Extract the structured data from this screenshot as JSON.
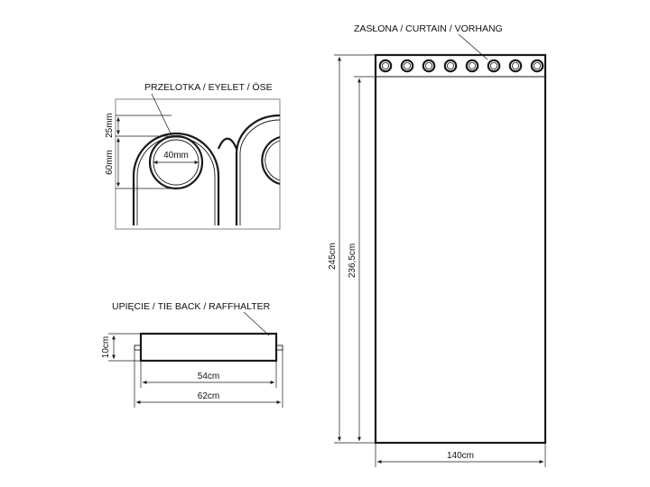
{
  "labels": {
    "eyelet_title": "PRZELOTKA / EYELET / ÖSE",
    "tieback_title": "UPIĘCIE / TIE BACK / RAFFHALTER",
    "curtain_title": "ZASŁONA / CURTAIN / VORHANG"
  },
  "dimensions": {
    "eyelet_diameter": "40mm",
    "eyelet_top_margin": "25mm",
    "eyelet_height": "60mm",
    "tieback_height": "10cm",
    "tieback_inner_length": "54cm",
    "tieback_total_length": "62cm",
    "curtain_total_length": "245cm",
    "curtain_length": "236,5cm",
    "curtain_width": "140cm"
  },
  "curtain": {
    "eyelet_count": 8
  }
}
